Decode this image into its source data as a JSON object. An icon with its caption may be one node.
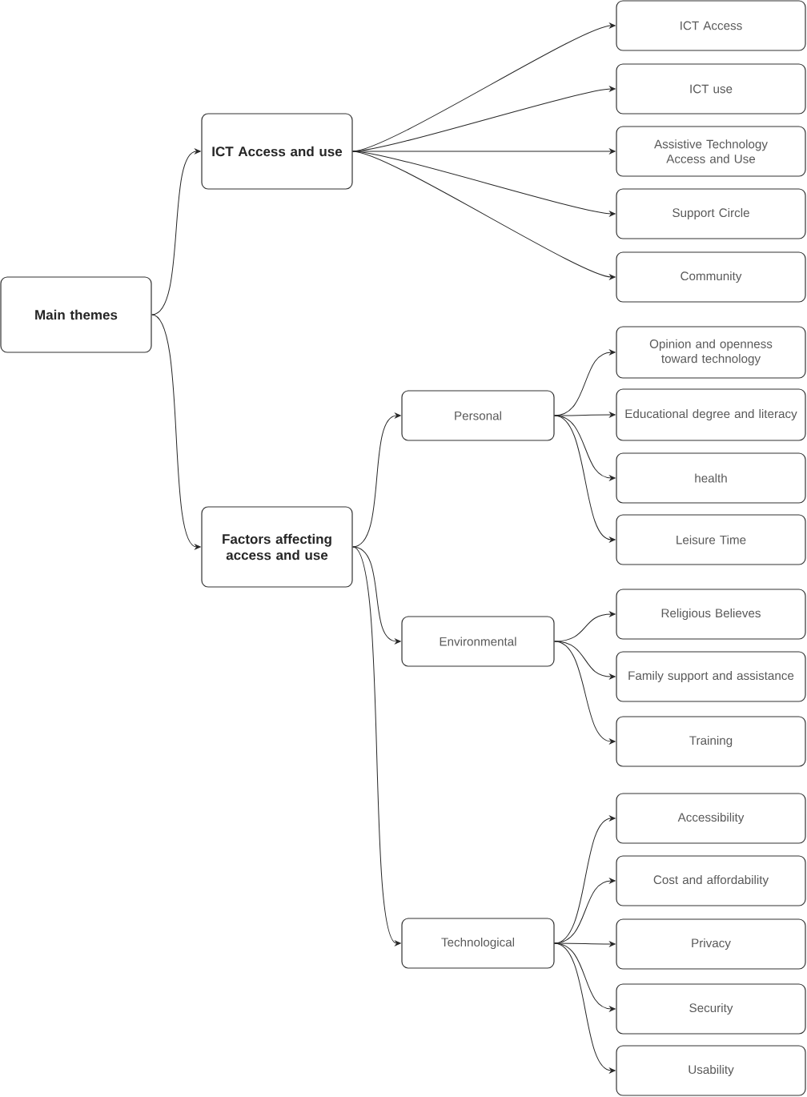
{
  "diagram": {
    "nodes": [
      {
        "text": [
          "Main themes"
        ]
      },
      {
        "text": [
          "ICT Access and use"
        ]
      },
      {
        "text": [
          "ICT Access"
        ]
      },
      {
        "text": [
          "ICT use"
        ]
      },
      {
        "text": [
          "Assistive Technology Access and Use"
        ]
      },
      {
        "text": [
          "Support Circle"
        ]
      },
      {
        "text": [
          "Community"
        ]
      },
      {
        "text": [
          "Factors affecting access and use"
        ]
      },
      {
        "text": [
          "Personal"
        ]
      },
      {
        "text": [
          "Opinion and openness toward technology"
        ]
      },
      {
        "text": [
          "Educational degree and literacy"
        ]
      },
      {
        "text": [
          "health"
        ]
      },
      {
        "text": [
          "Leisure Time"
        ]
      },
      {
        "text": [
          "Environmental"
        ]
      },
      {
        "text": [
          "Religious Believes"
        ]
      },
      {
        "text": [
          "Family support and assistance"
        ]
      },
      {
        "text": [
          "Training"
        ]
      },
      {
        "text": [
          "Technological"
        ]
      },
      {
        "text": [
          "Accessibility"
        ]
      },
      {
        "text": [
          "Cost and affordability"
        ]
      },
      {
        "text": [
          "Privacy"
        ]
      },
      {
        "text": [
          "Security"
        ]
      },
      {
        "text": [
          "Usability"
        ]
      }
    ],
    "edges": [
      {
        "from": 0,
        "to": 1,
        "arrow": "to"
      },
      {
        "from": 0,
        "to": 7,
        "arrow": "to"
      },
      {
        "from": 1,
        "to": 2,
        "arrow": "to"
      },
      {
        "from": 1,
        "to": 3,
        "arrow": "to"
      },
      {
        "from": 1,
        "to": 4,
        "arrow": "to"
      },
      {
        "from": 1,
        "to": 5,
        "arrow": "to"
      },
      {
        "from": 1,
        "to": 6,
        "arrow": "to"
      },
      {
        "from": 7,
        "to": 8,
        "arrow": "to"
      },
      {
        "from": 7,
        "to": 13,
        "arrow": "to"
      },
      {
        "from": 7,
        "to": 17,
        "arrow": "to"
      },
      {
        "from": 8,
        "to": 9,
        "arrow": "to"
      },
      {
        "from": 8,
        "to": 10,
        "arrow": "to"
      },
      {
        "from": 8,
        "to": 11,
        "arrow": "to"
      },
      {
        "from": 8,
        "to": 12,
        "arrow": "to"
      },
      {
        "from": 13,
        "to": 14,
        "arrow": "to"
      },
      {
        "from": 13,
        "to": 15,
        "arrow": "to"
      },
      {
        "from": 13,
        "to": 16,
        "arrow": "to"
      },
      {
        "from": 17,
        "to": 18,
        "arrow": "to"
      },
      {
        "from": 17,
        "to": 19,
        "arrow": "to"
      },
      {
        "from": 17,
        "to": 20,
        "arrow": "to"
      },
      {
        "from": 17,
        "to": 21,
        "arrow": "to"
      },
      {
        "from": 17,
        "to": 22,
        "arrow": "to"
      }
    ]
  }
}
